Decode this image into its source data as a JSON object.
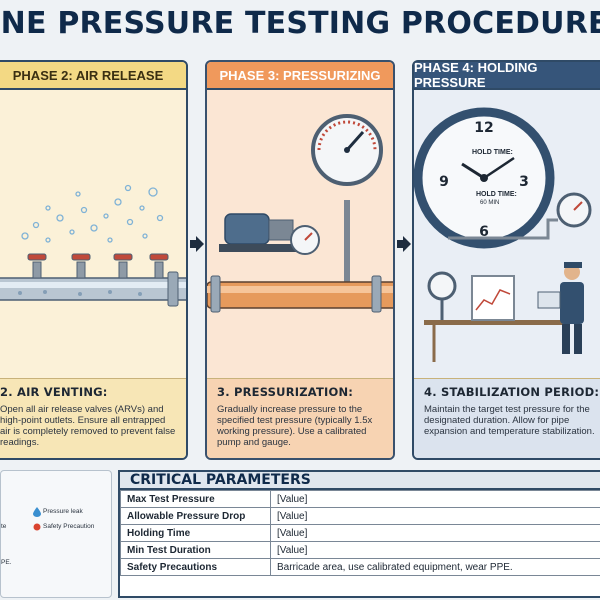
{
  "title": "LINE PRESSURE TESTING PROCEDURE: A STEP-BY",
  "phases": [
    {
      "header": "PHASE 2: AIR RELEASE",
      "step": "2. AIR VENTING:",
      "text": "Open all air release valves (ARVs) and high-point outlets. Ensure all entrapped air is completely removed to prevent false readings."
    },
    {
      "header": "PHASE 3: PRESSURIZING",
      "step": "3. PRESSURIZATION:",
      "text": "Gradually increase pressure to the specified test pressure (typically 1.5x working pressure). Use a calibrated pump and gauge."
    },
    {
      "header": "PHASE 4: HOLDING PRESSURE",
      "step": "4. STABILIZATION PERIOD:",
      "text": "Maintain the target test pressure for the designated duration. Allow for pipe expansion and temperature stabilization.",
      "clock_label_1": "HOLD TIME:",
      "clock_label_2": "HOLD TIME:",
      "clock_label_3": "60 MIN"
    }
  ],
  "legend": {
    "item1": "Pressure leak",
    "item2": "Safety Precaution",
    "item3": "te",
    "item4": "PE."
  },
  "params": {
    "title": "CRITICAL PARAMETERS",
    "rows": [
      {
        "label": "Max Test Pressure",
        "value": "[Value]"
      },
      {
        "label": "Allowable Pressure Drop",
        "value": "[Value]"
      },
      {
        "label": "Holding Time",
        "value": "[Value]"
      },
      {
        "label": "Min Test Duration",
        "value": "[Value]"
      },
      {
        "label": "Safety Precautions",
        "value": "Barricade area, use calibrated equipment, wear PPE."
      }
    ]
  },
  "colors": {
    "navy": "#0f2a4a",
    "yellow": "#f3d984",
    "orange": "#f0995c",
    "blue": "#36557a"
  }
}
